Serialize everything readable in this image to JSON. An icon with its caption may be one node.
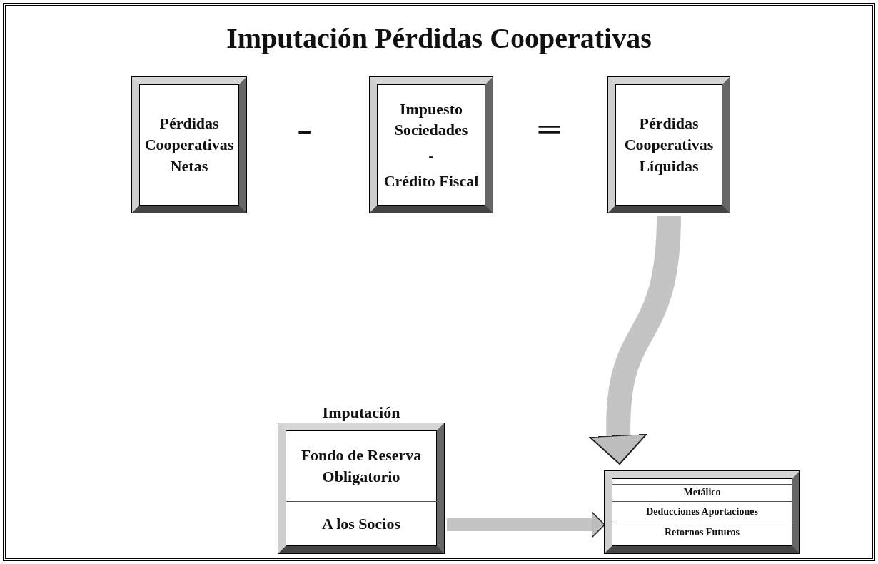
{
  "diagram": {
    "title": "Imputación Pérdidas Cooperativas",
    "nodes": [
      {
        "text": [
          "Pérdidas Cooperativas Netas"
        ]
      },
      {
        "text": [
          "Impuesto Sociedades",
          "-",
          "Crédito Fiscal"
        ]
      },
      {
        "text": [
          "Pérdidas Cooperativas Líquidas"
        ]
      },
      {
        "text": [
          "Imputación"
        ]
      },
      {
        "text": [
          "Fondo de Reserva Obligatorio"
        ],
        "in": 3
      },
      {
        "text": [
          "A los Socios"
        ],
        "in": 3
      },
      {
        "text": [],
        "shape": "box"
      },
      {
        "text": [
          "Metálico"
        ],
        "in": 6
      },
      {
        "text": [
          "Deducciones Aportaciones"
        ],
        "in": 6
      },
      {
        "text": [
          "Retornos Futuros"
        ],
        "in": 6
      }
    ],
    "edges": [
      {
        "from": 2,
        "to": 6,
        "arrow": "to",
        "style": "thick"
      },
      {
        "from": 3,
        "to": 6,
        "arrow": "to"
      }
    ],
    "labels": [
      "-",
      "="
    ]
  }
}
